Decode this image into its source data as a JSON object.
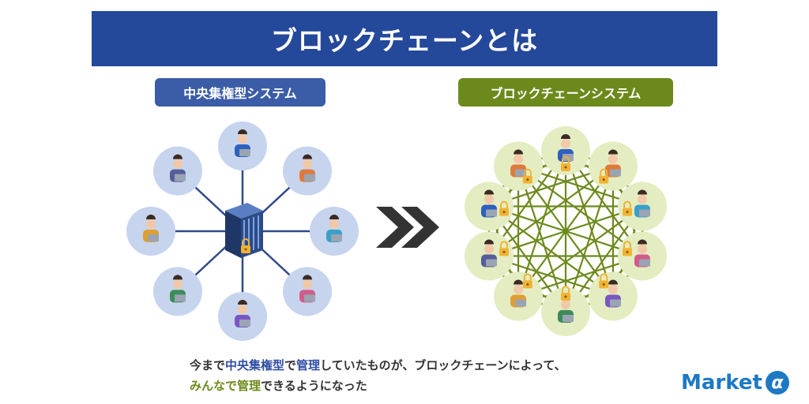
{
  "title": "ブロックチェーンとは",
  "left_label": "中央集権型システム",
  "right_label": "ブロックチェーンシステム",
  "caption": {
    "line1_pre": "今まで",
    "line1_hl": "中央集権型",
    "line1_mid": "で",
    "line1_hl2": "管理",
    "line1_post": "していたものが、ブロックチェーンによって、",
    "line2_hl": "みんなで管理",
    "line2_post": "できるようになった"
  },
  "logo": {
    "text": "Market",
    "mark": "α"
  },
  "colors": {
    "title_bg": "#24489a",
    "left_pill": "#3b5da7",
    "right_pill": "#6c8a1c",
    "left_circle": "#c7d4ee",
    "right_circle": "#e3edc1",
    "network_line": "#6c8a1c",
    "hub_line": "#2f4a8a",
    "lock": "#f2b233",
    "arrow": "#333333",
    "logo": "#1d79c4"
  }
}
